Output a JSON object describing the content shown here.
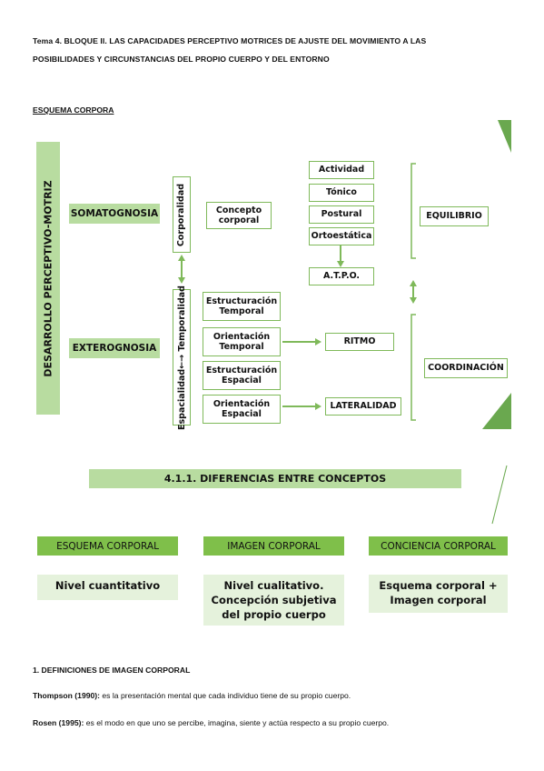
{
  "header": {
    "line1": "Tema 4. BLOQUE II. LAS CAPACIDADES PERCEPTIVO MOTRICES DE AJUSTE DEL MOVIMIENTO A LAS",
    "line2": "POSIBILIDADES Y CIRCUNSTANCIAS DEL PROPIO CUERPO Y DEL ENTORNO"
  },
  "section_title": "ESQUEMA CORPORA",
  "diagram": {
    "main_axis": "DESARROLLO PERCEPTIVO-MOTRIZ",
    "somatognosia": "SOMATOGNOSIA",
    "exterognosia": "EXTEROGNOSIA",
    "corporalidad": "Corporalidad",
    "espacialidad": "Espacialidad←→ Temporalidad",
    "concepto_corporal": [
      "Concepto",
      "corporal"
    ],
    "actividad": "Actividad",
    "tonico": "Tónico",
    "postural": "Postural",
    "ortoestatica": "Ortoestática",
    "atpo": "A.T.P.O.",
    "equilibrio": "EQUILIBRIO",
    "estructuracion_temporal": [
      "Estructuración",
      "Temporal"
    ],
    "orientacion_temporal": [
      "Orientación",
      "Temporal"
    ],
    "estructuracion_espacial": [
      "Estructuración",
      "Espacial"
    ],
    "orientacion_espacial": [
      "Orientación",
      "Espacial"
    ],
    "ritmo": "RITMO",
    "lateralidad": "LATERALIDAD",
    "coordinacion": "COORDINACIÓN"
  },
  "differences": {
    "title": "4.1.1. DIFERENCIAS ENTRE CONCEPTOS",
    "columns": [
      {
        "heading": "ESQUEMA CORPORAL",
        "lines": [
          "Nivel cuantitativo"
        ]
      },
      {
        "heading": "IMAGEN CORPORAL",
        "lines": [
          "Nivel cualitativo.",
          "Concepción subjetiva",
          "del propio cuerpo"
        ]
      },
      {
        "heading": "CONCIENCIA CORPORAL",
        "lines": [
          "Esquema corporal +",
          "Imagen corporal"
        ]
      }
    ]
  },
  "definitions": {
    "heading": "1. DEFINICIONES DE IMAGEN CORPORAL",
    "items": [
      {
        "author": "Thompson (1990):",
        "text": " es la presentación mental que cada individuo tiene de su propio cuerpo."
      },
      {
        "author": "Rosen (1995):",
        "text": " es el modo en que uno se percibe, imagina, siente y actúa respecto a su propio cuerpo."
      }
    ]
  },
  "colors": {
    "accent": "#7fb95a",
    "light_fill": "#b8dca0",
    "header_fill": "#7fbf4a",
    "body_fill": "#e5f2dc",
    "deco_green": "#6aa84f"
  }
}
